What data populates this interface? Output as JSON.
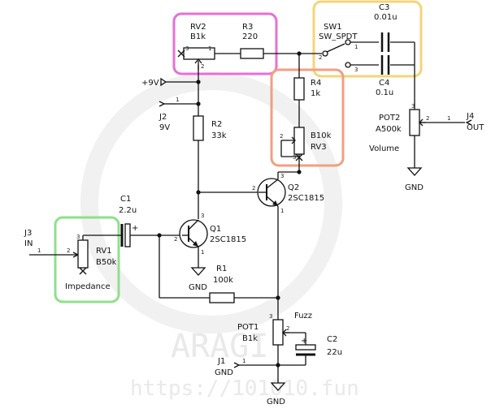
{
  "colors": {
    "pink": "#e86fd6",
    "salmon": "#f0a080",
    "yellow": "#f4d47a",
    "green": "#8fe08a",
    "wire": "#111111",
    "watermark": "#e9e9e9"
  },
  "watermark": {
    "brand": "ARAGI",
    "url": "https://101010.fun"
  },
  "components": {
    "rv2": {
      "ref": "RV2",
      "value": "B1k",
      "pins": [
        "3",
        "1",
        "2"
      ]
    },
    "r3": {
      "ref": "R3",
      "value": "220"
    },
    "sw1": {
      "ref": "SW1",
      "value": "SW_SPDT",
      "pins": [
        "1",
        "2",
        "3"
      ]
    },
    "c3": {
      "ref": "C3",
      "value": "0.01u"
    },
    "c4": {
      "ref": "C4",
      "value": "0.1u"
    },
    "plus9v": {
      "label": "+9V"
    },
    "j2": {
      "ref": "J2",
      "value": "9V",
      "pin": "1"
    },
    "r2": {
      "ref": "R2",
      "value": "33k"
    },
    "r4": {
      "ref": "R4",
      "value": "1k"
    },
    "rv3": {
      "ref": "RV3",
      "value": "B10k",
      "pins": [
        "2",
        "3"
      ]
    },
    "pot2": {
      "ref": "POT2",
      "value": "A500k",
      "pins": [
        "3",
        "2"
      ],
      "label": "Volume"
    },
    "j4": {
      "ref": "J4",
      "value": "OUT",
      "pin": "1"
    },
    "gnd_out": {
      "label": "GND"
    },
    "q2": {
      "ref": "Q2",
      "value": "2SC1815",
      "pins": [
        "3",
        "2",
        "1"
      ]
    },
    "c1": {
      "ref": "C1",
      "value": "2.2u",
      "polarity": "+"
    },
    "q1": {
      "ref": "Q1",
      "value": "2SC1815",
      "pins": [
        "3",
        "2",
        "1"
      ]
    },
    "j3": {
      "ref": "J3",
      "value": "IN",
      "pin": "1"
    },
    "rv1": {
      "ref": "RV1",
      "value": "B50k",
      "pins": [
        "2",
        "3"
      ],
      "label": "Impedance"
    },
    "gnd_q1": {
      "label": "GND"
    },
    "r1": {
      "ref": "R1",
      "value": "100k"
    },
    "pot1": {
      "ref": "POT1",
      "value": "B1k",
      "pins": [
        "3",
        "2"
      ],
      "label": "Fuzz"
    },
    "c2": {
      "ref": "C2",
      "value": "22u",
      "polarity": "+"
    },
    "j1": {
      "ref": "J1",
      "value": "GND",
      "pin": "1"
    },
    "gnd_bottom": {
      "label": "GND"
    }
  }
}
